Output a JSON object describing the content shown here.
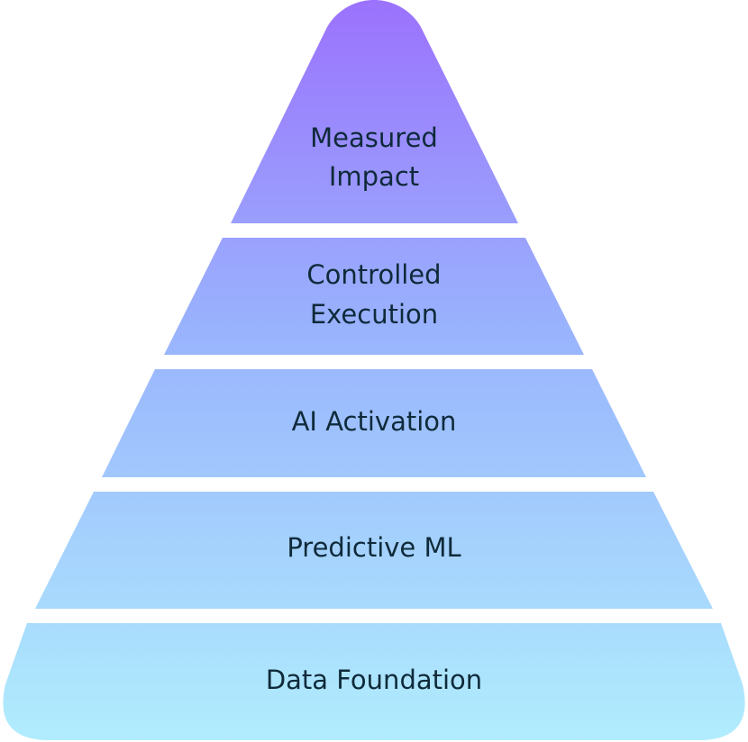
{
  "title": "",
  "colors": {
    "top": "#9b72fd",
    "bottom": "#b0edfd",
    "text": "#0f2a3a"
  },
  "tiers": [
    {
      "lines": [
        "Measured",
        "Impact"
      ]
    },
    {
      "lines": [
        "Controlled",
        "Execution"
      ]
    },
    {
      "lines": [
        "AI Activation"
      ]
    },
    {
      "lines": [
        "Predictive ML"
      ]
    },
    {
      "lines": [
        "Data Foundation"
      ]
    }
  ]
}
